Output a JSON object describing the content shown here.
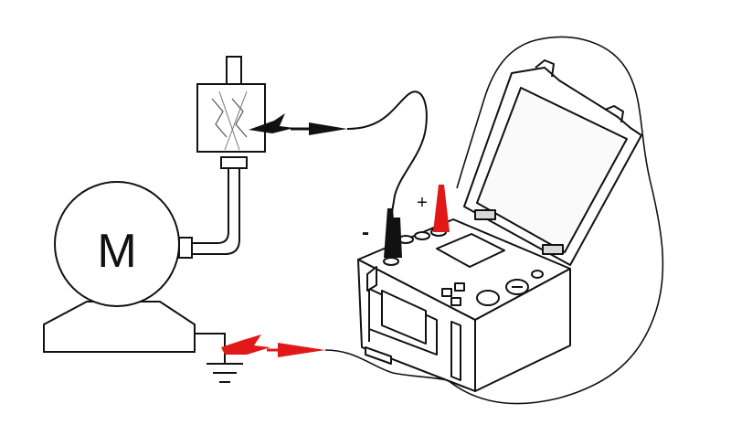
{
  "labels": {
    "motor": "M",
    "plus": "+",
    "minus": "-"
  },
  "colors": {
    "line": "#111111",
    "lead_red": "#e01818",
    "background": "#ffffff",
    "fill_grey": "#d8d8d8"
  },
  "icons": [
    "motor-symbol",
    "circuit-breaker",
    "ground-symbol",
    "crocodile-clip",
    "probe-tip",
    "insulation-tester"
  ]
}
